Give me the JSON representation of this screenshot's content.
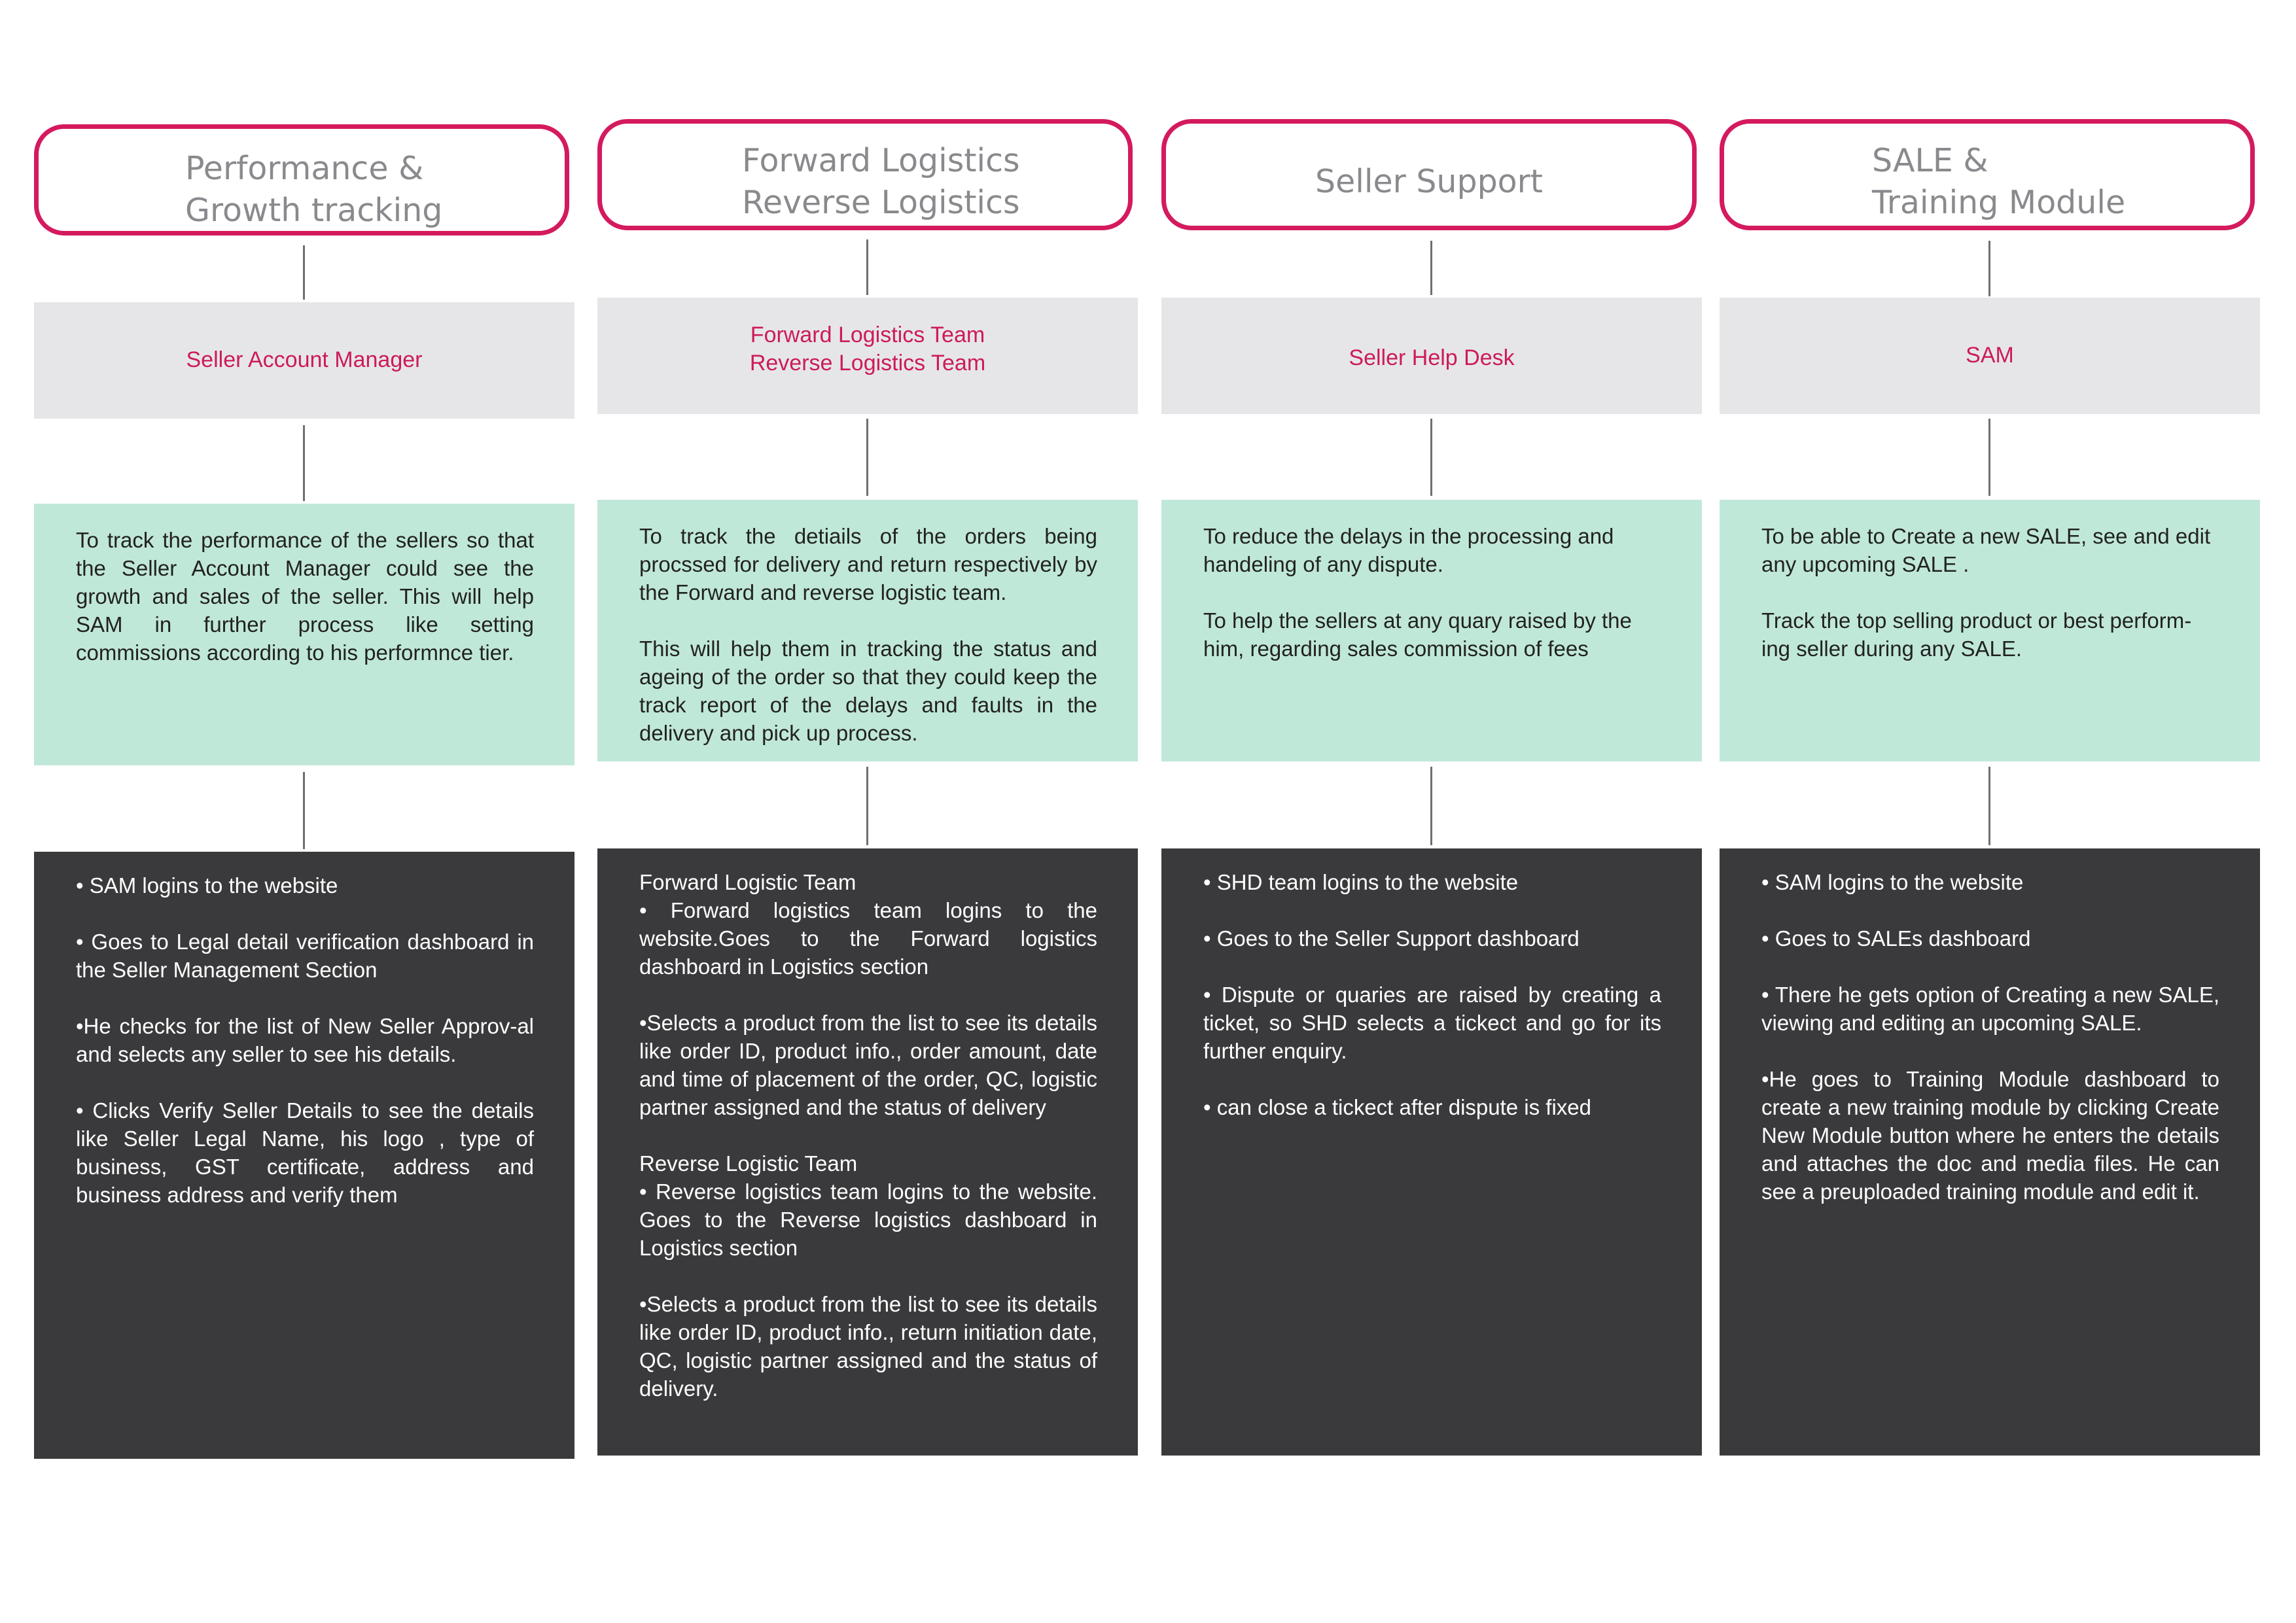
{
  "colors": {
    "accent": "#d41a5e",
    "header_text": "#8a8a8e",
    "role_bg": "#e6e6e8",
    "purpose_bg": "#c0e8d8",
    "steps_bg": "#3a3a3c"
  },
  "columns": [
    {
      "header": {
        "line1": "Performance &",
        "line2": "Growth tracking"
      },
      "role": {
        "line1": "Seller Account Manager",
        "line2": ""
      },
      "purpose": [
        "To track the performance of the sellers so that the Seller Account Manager could see the growth and sales of the seller. This will help SAM in further process like setting commissions according to his performnce tier."
      ],
      "steps": [
        "• SAM logins to the website",
        "• Goes to Legal detail verification dashboard in the Seller Management Section",
        "•He checks for the list of New Seller Approv-al and selects any seller to see his details.",
        "• Clicks Verify Seller Details to see the details like Seller Legal Name, his logo , type of business, GST certificate, address and business address and verify them"
      ]
    },
    {
      "header": {
        "line1": "Forward Logistics",
        "line2": "Reverse Logistics"
      },
      "role": {
        "line1": "Forward Logistics Team",
        "line2": "Reverse Logistics Team"
      },
      "purpose": [
        "To track the detiails of the orders being procssed for delivery and return respectively by the Forward and reverse logistic team.",
        "This will help them in tracking the status and ageing of the order so that they could keep the track report of the delays and faults in the delivery and pick up process."
      ],
      "steps": [
        "Forward Logistic Team",
        "• Forward logistics team logins to the website.Goes to the Forward logistics dashboard in Logistics section",
        "•Selects a product from the list to see its details like order ID, product info., order amount, date and time of placement of the order, QC, logistic partner assigned and the status of delivery",
        "Reverse Logistic Team",
        "• Reverse logistics team logins to the website. Goes to the Reverse logistics dashboard in Logistics section",
        "•Selects a product from the list to see its details like order ID, product info., return initiation date, QC, logistic partner assigned and the status of delivery."
      ]
    },
    {
      "header": {
        "line1": "Seller Support",
        "line2": ""
      },
      "role": {
        "line1": "Seller Help Desk",
        "line2": ""
      },
      "purpose": [
        "To reduce the delays in the processing and handeling of any dispute.",
        "To help the sellers at any quary raised by the him, regarding sales commission of fees"
      ],
      "steps": [
        "• SHD team logins to the website",
        "• Goes to the Seller Support dashboard",
        "• Dispute or quaries are raised by creating a ticket, so SHD selects a tickect and go for its further enquiry.",
        "• can close a tickect after dispute is fixed"
      ]
    },
    {
      "header": {
        "line1": "SALE &",
        "line2": "Training Module"
      },
      "role": {
        "line1": "SAM",
        "line2": ""
      },
      "purpose": [
        "To be able to Create a new SALE, see and edit any upcoming SALE .",
        "Track the top selling product or best perform-ing seller during any SALE."
      ],
      "steps": [
        "• SAM logins to the website",
        "• Goes to SALEs dashboard",
        "• There he gets option of Creating a new SALE, viewing and editing an upcoming SALE.",
        "•He goes to Training Module dashboard to create a new training module by clicking Create New Module button where he enters the details and attaches the doc and media files. He can see a preuploaded training module and edit it."
      ]
    }
  ]
}
